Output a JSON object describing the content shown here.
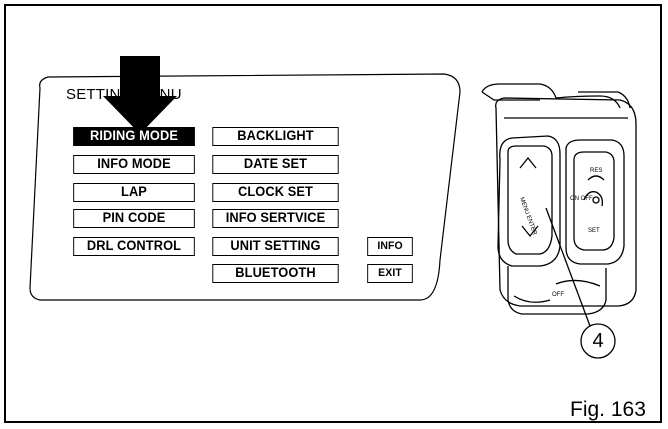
{
  "menu": {
    "title": "SETTING MENU",
    "col1": [
      "RIDING MODE",
      "INFO MODE",
      "LAP",
      "PIN CODE",
      "DRL CONTROL"
    ],
    "col2": [
      "BACKLIGHT",
      "DATE SET",
      "CLOCK SET",
      "INFO SERTVICE",
      "UNIT SETTING",
      "BLUETOOTH"
    ],
    "col3": [
      "INFO",
      "EXIT"
    ],
    "selected": "RIDING MODE"
  },
  "handlebar": {
    "labels": {
      "res": "RES",
      "set": "SET",
      "on_off": "ON OFF",
      "menu_enter": "MENU ENTER",
      "off": "OFF"
    },
    "callout": "4"
  },
  "figure": {
    "label": "Fig. 163"
  },
  "colors": {
    "ink": "#000000",
    "paper": "#ffffff",
    "gray": "#9a9a9a"
  }
}
